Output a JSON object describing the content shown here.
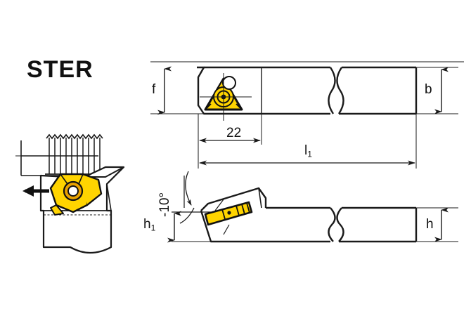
{
  "page": {
    "title": "STER",
    "background": "#ffffff",
    "line_color": "#1a1a1a",
    "insert_color": "#FFD400",
    "insert_shadow": "#E8A200"
  },
  "views": {
    "perspective": {
      "name": "threading-tool-perspective-view",
      "description": "External threading tool holder engaging a threaded workpiece",
      "feed_arrow_direction": "left"
    },
    "top": {
      "name": "top-view",
      "description": "Plan view of tool holder with triangular threading insert"
    },
    "side": {
      "name": "side-view",
      "description": "Side elevation of tool holder showing negative rake insert seat"
    }
  },
  "dimensions": {
    "f": "f",
    "b": "b",
    "h": "h",
    "h1_base": "h",
    "h1_sub": "1",
    "l1_base": "l",
    "l1_sub": "1",
    "length_22": "22",
    "angle": "-10°"
  }
}
